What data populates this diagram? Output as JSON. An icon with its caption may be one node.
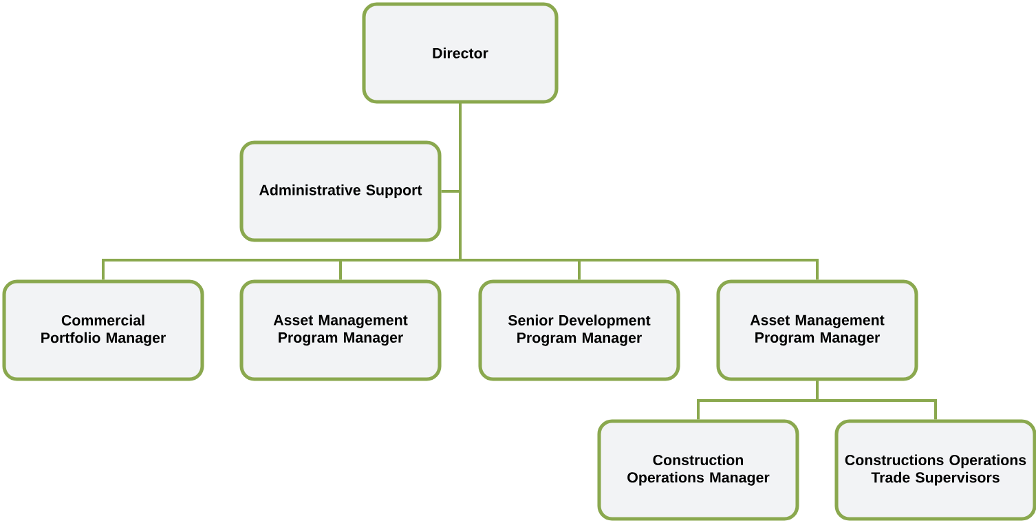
{
  "diagram": {
    "nodes": [
      {
        "text": [
          "Director"
        ]
      },
      {
        "text": [
          "Administrative Support"
        ]
      },
      {
        "text": [
          "Commercial Portfolio Manager"
        ]
      },
      {
        "text": [
          "Asset Management Program Manager"
        ]
      },
      {
        "text": [
          "Senior Development Program Manager"
        ]
      },
      {
        "text": [
          "Asset Management Program Manager"
        ]
      },
      {
        "text": [
          "Construction Operations Manager"
        ]
      },
      {
        "text": [
          "Constructions Operations Trade Supervisors"
        ]
      }
    ],
    "edges": [
      {
        "from": 0,
        "to": 1,
        "arrow": "none"
      },
      {
        "from": 0,
        "to": 2,
        "arrow": "none"
      },
      {
        "from": 0,
        "to": 3,
        "arrow": "none"
      },
      {
        "from": 0,
        "to": 4,
        "arrow": "none"
      },
      {
        "from": 0,
        "to": 5,
        "arrow": "none"
      },
      {
        "from": 5,
        "to": 6,
        "arrow": "none"
      },
      {
        "from": 5,
        "to": 7,
        "arrow": "none"
      }
    ]
  }
}
